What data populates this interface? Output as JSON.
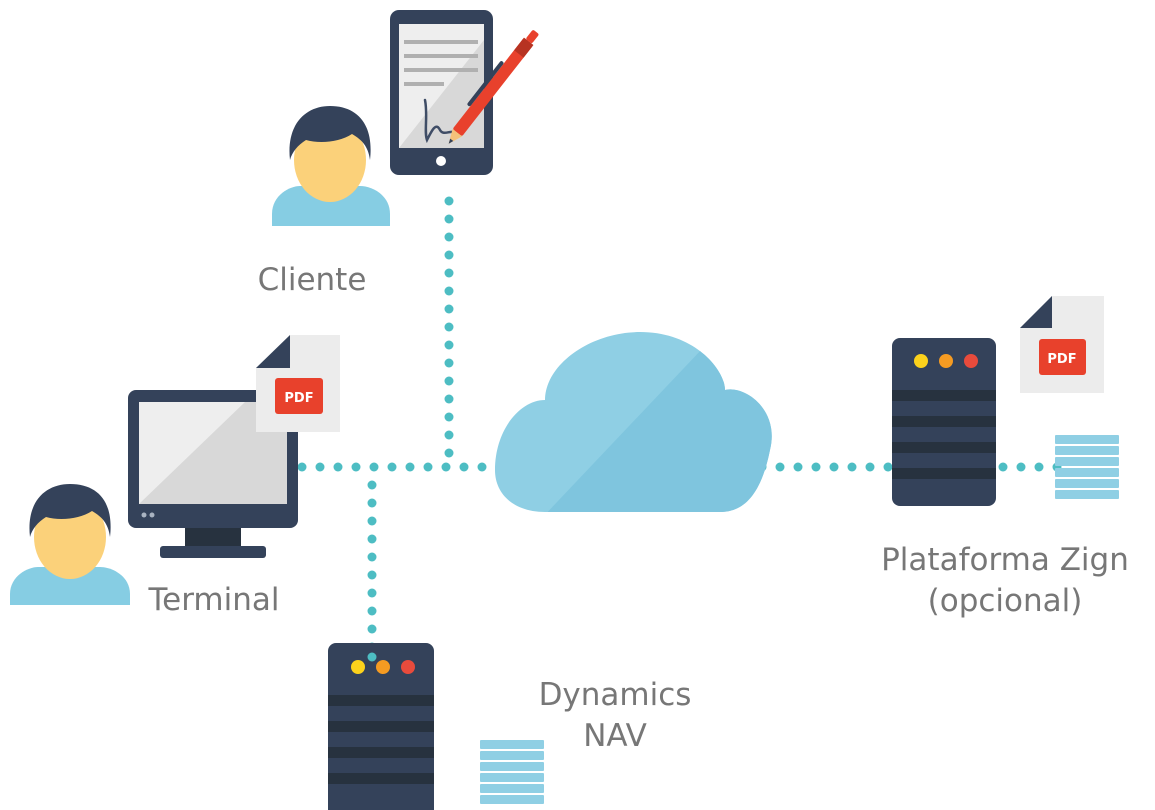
{
  "nodes": {
    "cliente": {
      "label": "Cliente"
    },
    "terminal": {
      "label": "Terminal"
    },
    "plataforma": {
      "line1": "Plataforma Zign",
      "line2": "(opcional)"
    },
    "dynamics": {
      "line1": "Dynamics",
      "line2": "NAV"
    }
  },
  "badges": {
    "pdf_terminal": "PDF",
    "pdf_plataforma": "PDF"
  },
  "colors": {
    "connector": "#4dbdc3",
    "dark_navy": "#34425a",
    "server_stripe": "#27323f",
    "skin": "#fbd17a",
    "shirt": "#86cde3",
    "cloud": "#89cbe1",
    "pdf_red": "#e8412c",
    "led_yellow": "#fcd21c",
    "led_orange": "#f59b22",
    "led_red": "#e84b3c",
    "label_gray": "#777777"
  }
}
